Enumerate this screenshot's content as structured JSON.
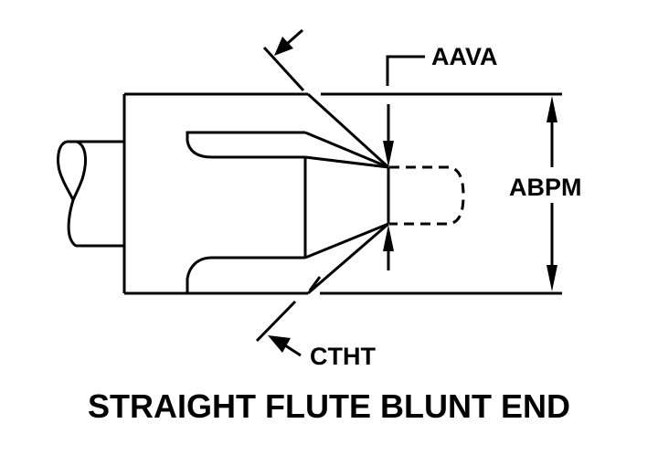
{
  "diagram": {
    "title": "STRAIGHT FLUTE BLUNT END",
    "labels": {
      "tip_diameter": "AAVA",
      "body_diameter": "ABPM",
      "cutting_angle": "CTHT"
    },
    "colors": {
      "line": "#000000",
      "background": "#ffffff"
    }
  }
}
